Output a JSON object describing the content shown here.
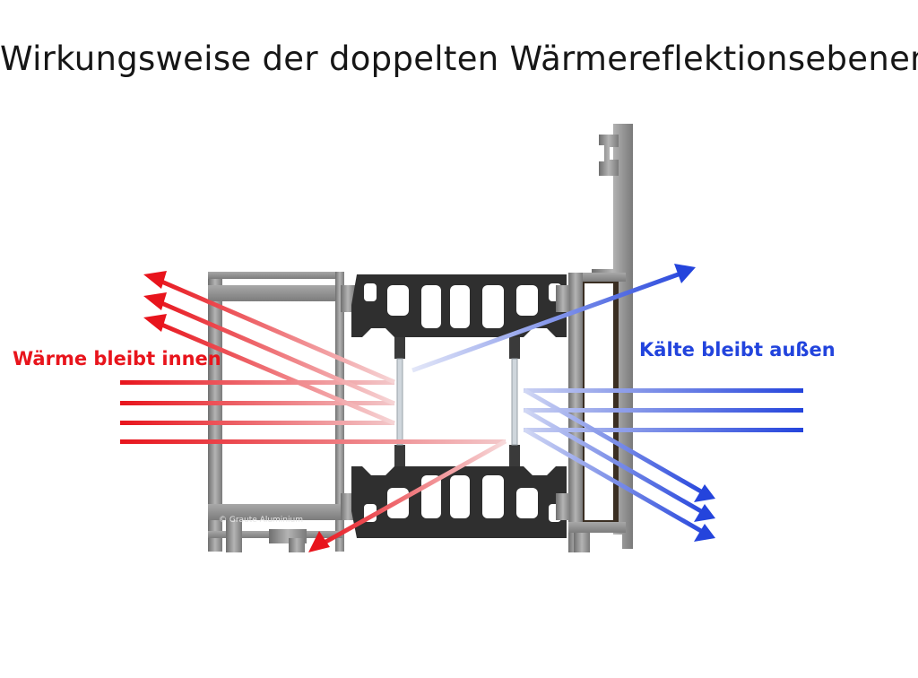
{
  "title": "Wirkungsweise der doppelten Wärmereflektionsebenen",
  "labels": {
    "warm": "Wärme bleibt innen",
    "cold": "Kälte bleibt außen",
    "copyright": "© Graute Aluminium"
  },
  "colors": {
    "warm": "#e8141c",
    "cold": "#2244dd",
    "frame_metal": "#8c8c8c",
    "thermal_break": "#2e2e2e",
    "glass": "#d8e0e6"
  }
}
